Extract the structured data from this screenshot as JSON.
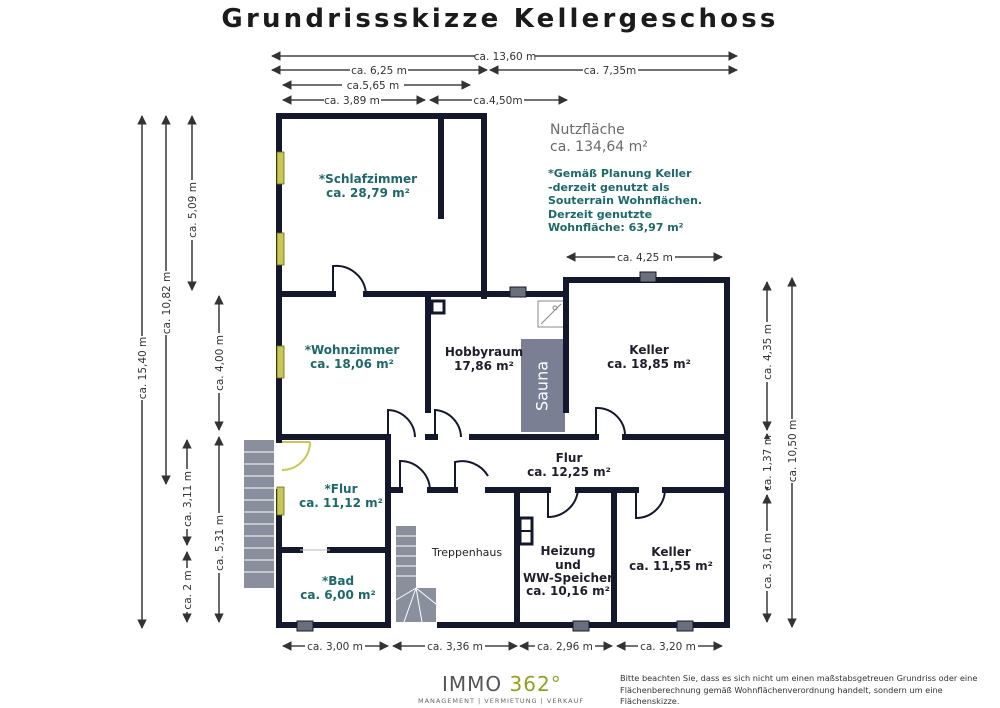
{
  "title": "Grundrissskizze Kellergeschoss",
  "area": {
    "label": "Nutzfläche",
    "value": "ca. 134,64 m²"
  },
  "note": [
    "*Gemäß Planung Keller",
    "-derzeit genutzt als",
    "Souterrain Wohnflächen.",
    "Derzeit genutzte",
    "Wohnfläche: 63,97 m²"
  ],
  "dimensions": {
    "top": [
      "ca. 13,60 m",
      "ca. 6,25 m",
      "ca. 7,35m",
      "ca.5,65 m",
      "ca. 3,89 m",
      "ca.4,50m"
    ],
    "keller_width": "ca. 4,25 m",
    "bottom": [
      "ca. 3,00 m",
      "ca. 3,36 m",
      "ca. 2,96 m",
      "ca. 3,20 m"
    ],
    "left": [
      "ca. 15,40 m",
      "ca. 10,82 m",
      "ca. 5,09 m",
      "ca. 4,00 m",
      "ca. 3,11 m",
      "ca. 5,31 m",
      "ca. 2 m"
    ],
    "right": [
      "ca. 4,35 m",
      "ca. 10,50 m",
      "ca. 1,37 m",
      "ca. 3,61 m"
    ]
  },
  "rooms": [
    {
      "name": "*Schlafzimmer",
      "area": "ca. 28,79 m²"
    },
    {
      "name": "*Wohnzimmer",
      "area": "ca. 18,06 m²"
    },
    {
      "name": "Hobbyraum",
      "area": "17,86 m²"
    },
    {
      "name": "Keller",
      "area": "ca. 18,85 m²"
    },
    {
      "name": "Flur",
      "area": "ca. 12,25 m²"
    },
    {
      "name": "*Flur",
      "area": "ca. 11,12 m²"
    },
    {
      "name": "Treppenhaus",
      "area": ""
    },
    {
      "name": "Heizung",
      "name2": "und",
      "name3": "WW-Speicher",
      "area": "ca. 10,16 m²"
    },
    {
      "name": "Keller",
      "area": "ca. 11,55 m²"
    },
    {
      "name": "*Bad",
      "area": "ca. 6,00 m²"
    }
  ],
  "sauna": "Sauna",
  "brand": {
    "name": "IMMO",
    "num": "362°",
    "tagline": "MANAGEMENT | VERMIETUNG | VERKAUF"
  },
  "disclaimer": "Bitte beachten Sie, dass es sich nicht um einen maßstabsgetreuen Grundriss oder eine Flächenberechnung gemäß Wohnflächenverordnung handelt, sondern um eine Flächenskizze.",
  "colors": {
    "wall": "#14182e",
    "window": "#c8c850",
    "sauna": "#7a7f94",
    "teal": "#1b6a6a",
    "dim": "#333333",
    "brand_green": "#8ba51d"
  }
}
